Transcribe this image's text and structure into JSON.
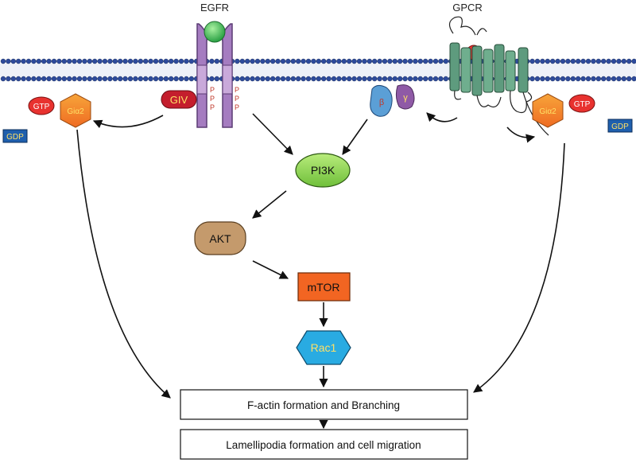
{
  "receptors": {
    "egfr": "EGFR",
    "gpcr": "GPCR"
  },
  "left_g_protein": {
    "gtp": "GTP",
    "galpha": "Giα2",
    "gdp": "GDP"
  },
  "right_g_protein": {
    "gtp": "GTP",
    "galpha": "Giα2",
    "gdp": "GDP"
  },
  "giv": "GIV",
  "phospho": "P",
  "beta": "β",
  "gamma": "γ",
  "nodes": {
    "pi3k": "PI3K",
    "akt": "AKT",
    "mtor": "mTOR",
    "rac1": "Rac1"
  },
  "outputs": {
    "factin": "F-actin formation and Branching",
    "lamellipodia": "Lamellipodia formation and cell migration"
  },
  "colors": {
    "membrane_bead": "#2e4b9c",
    "egfr": "#9b6bb5",
    "egf_ligand": "#2db34a",
    "gpcr": "#5e9b7e",
    "galpha_fill": "#f58f2a",
    "gtp": "#e8322f",
    "gdp_box": "#1f5fad",
    "giv": "#c41e2d",
    "beta": "#5b9fd6",
    "gamma": "#8f5aa6",
    "pi3k": "#8fd14f",
    "akt": "#c49a6c",
    "mtor": "#f26522",
    "rac1": "#29abe2"
  }
}
